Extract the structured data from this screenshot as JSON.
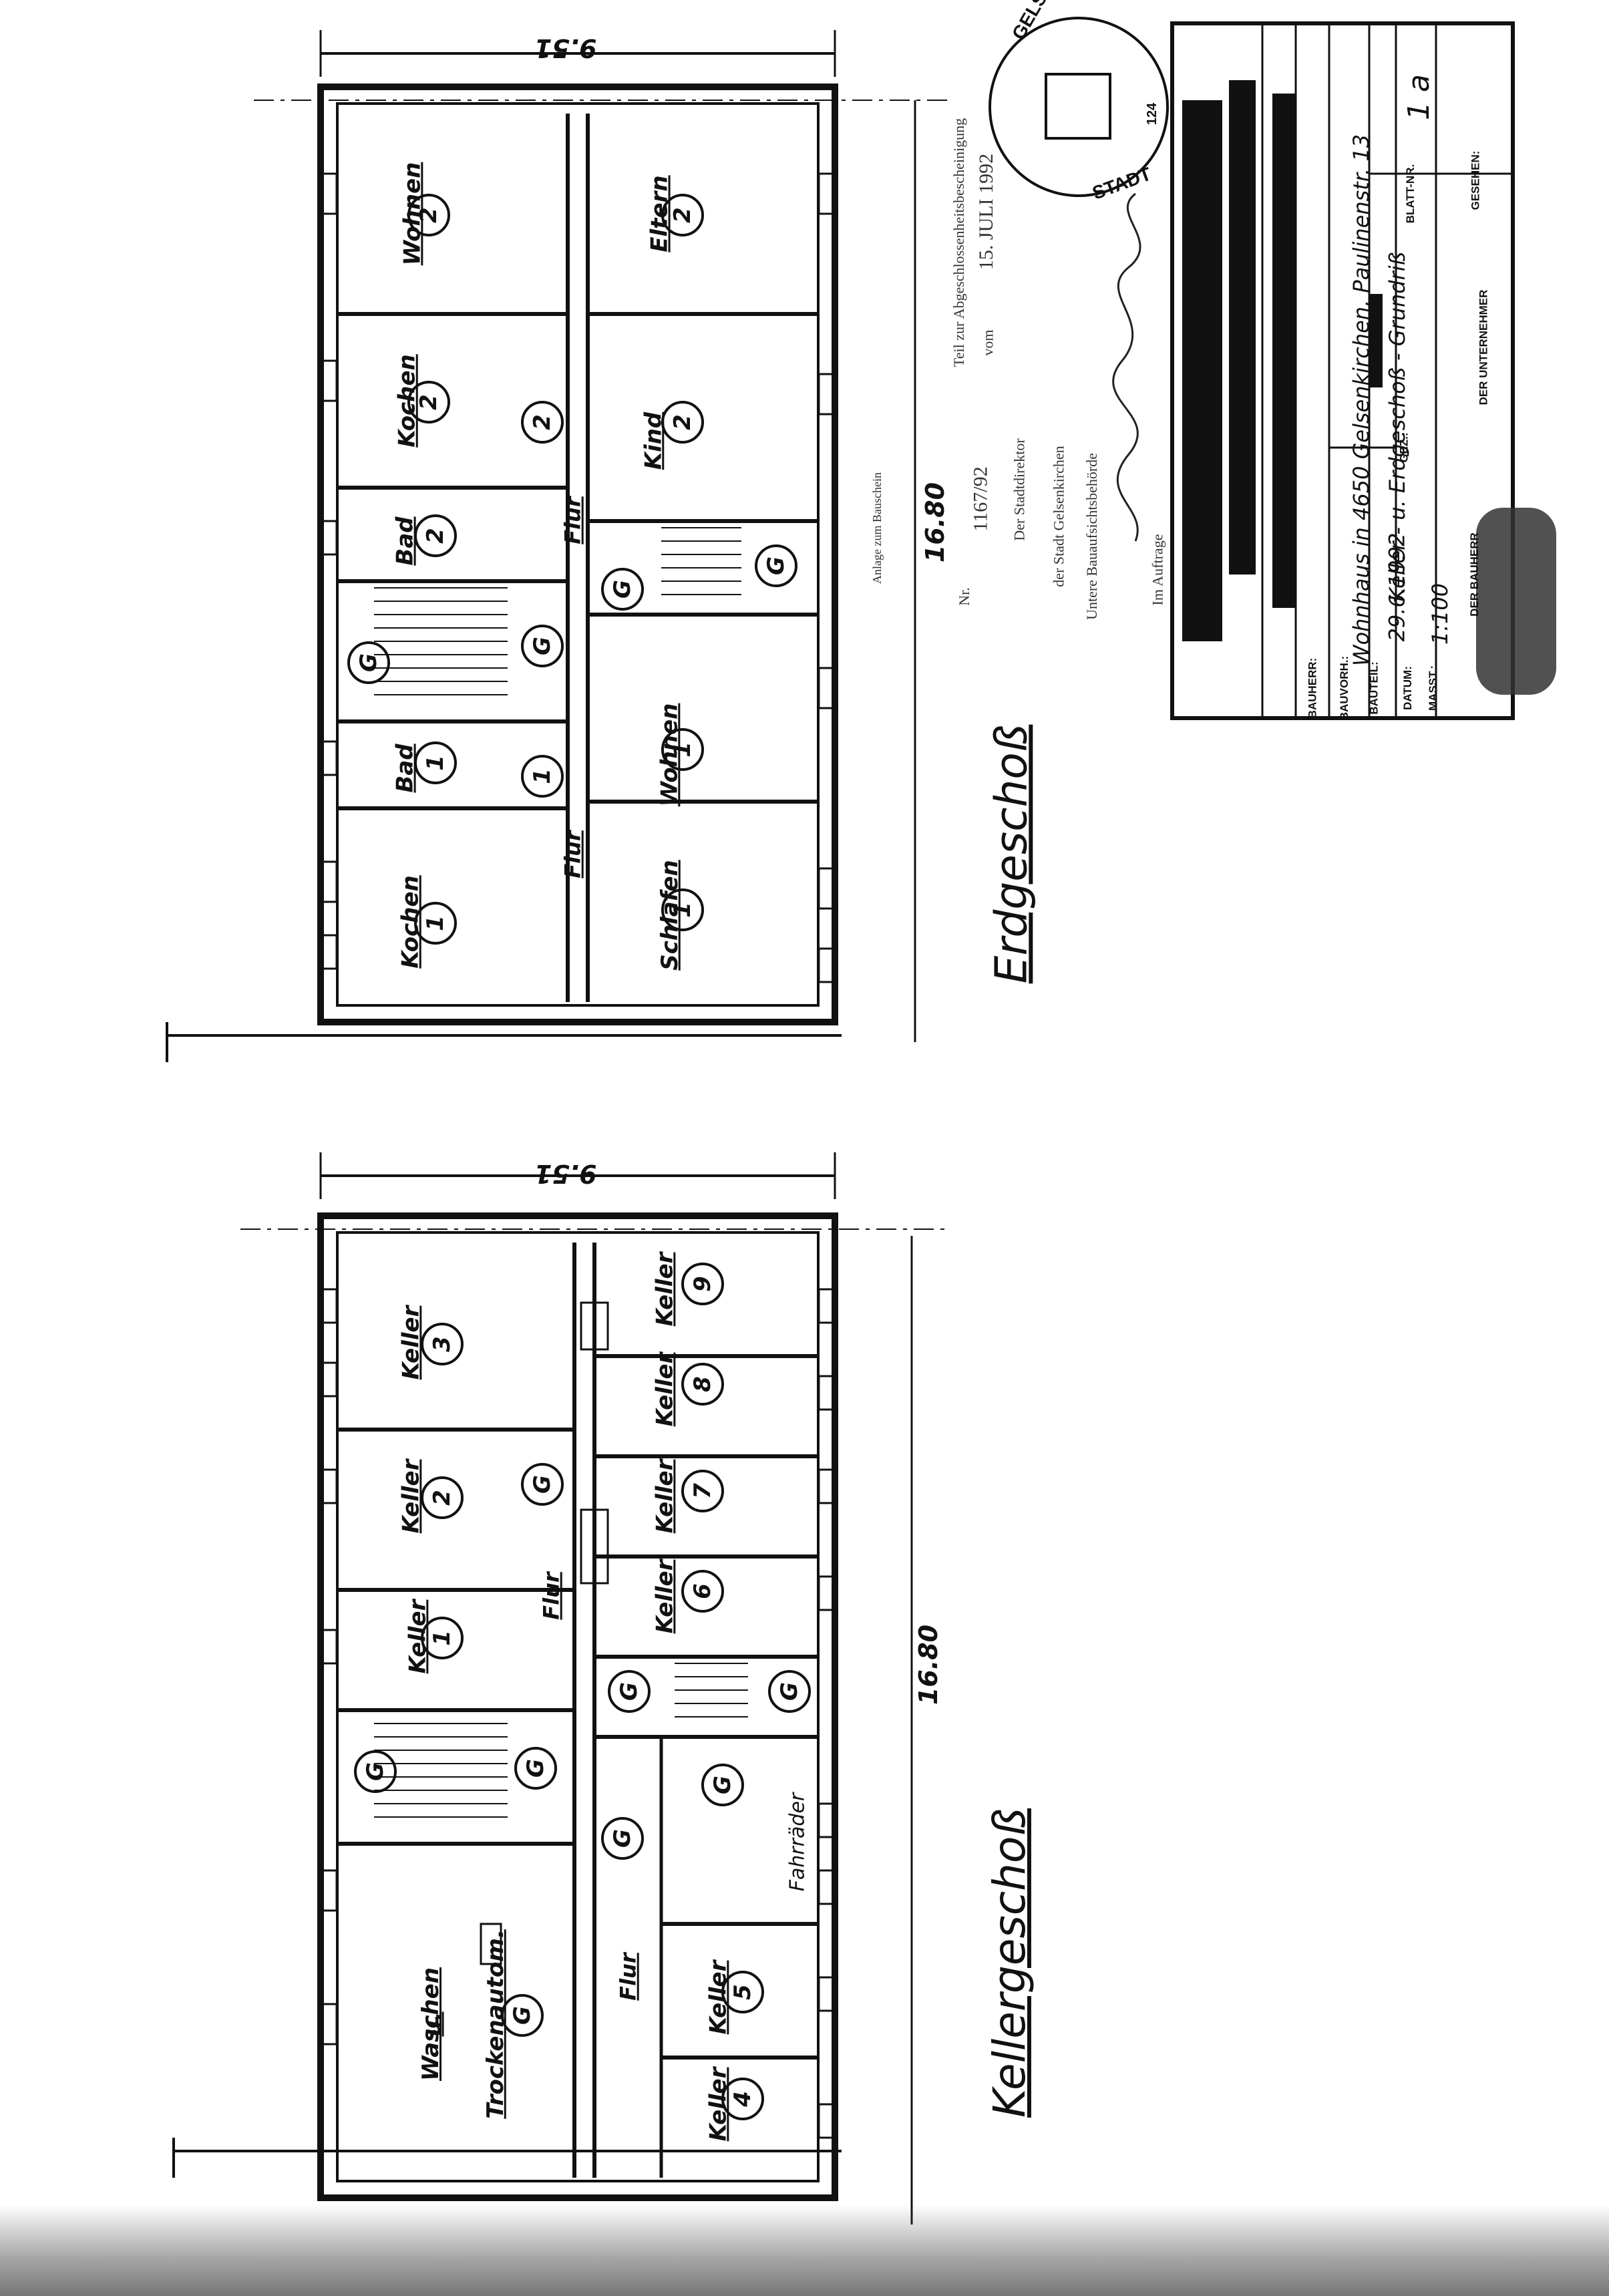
{
  "upper_plan": {
    "title": "Erdgeschoß",
    "dim_width": "9.51",
    "dim_length": "16.80",
    "rooms": [
      {
        "label": "Wohnen",
        "num": "2"
      },
      {
        "label": "Eltern",
        "num": "2"
      },
      {
        "label": "Kochen",
        "num": "2"
      },
      {
        "label": "Kind",
        "num": "2"
      },
      {
        "label": "Bad",
        "num": "2"
      },
      {
        "label": "Bad",
        "num": "1"
      },
      {
        "label": "Wohnen",
        "num": "1"
      },
      {
        "label": "Kochen",
        "num": "1"
      },
      {
        "label": "Schlafen",
        "num": "1"
      }
    ],
    "flur": [
      "Flur",
      "Flur"
    ],
    "flur_nums": [
      "2",
      "1"
    ],
    "stair_marks": [
      "G",
      "G",
      "G",
      "G"
    ]
  },
  "lower_plan": {
    "title": "Kellergeschoß",
    "dim_width": "9.51",
    "dim_length": "16.80",
    "rooms": [
      {
        "label": "Keller",
        "num": "3"
      },
      {
        "label": "Keller",
        "num": "9"
      },
      {
        "label": "Keller",
        "num": "8"
      },
      {
        "label": "Keller",
        "num": "2"
      },
      {
        "label": "Keller",
        "num": "7"
      },
      {
        "label": "Keller",
        "num": "1"
      },
      {
        "label": "Keller",
        "num": "6"
      },
      {
        "label": "Keller",
        "num": "5"
      },
      {
        "label": "Keller",
        "num": "4"
      }
    ],
    "waschen": {
      "l1": "Waschen",
      "l2": "u.",
      "l3": "Trockenautom.",
      "num": "G"
    },
    "fahrrader": "Fahrräder",
    "flur": [
      "Flur",
      "Flur"
    ],
    "marks": [
      "G",
      "G",
      "G",
      "G",
      "G",
      "G",
      "G"
    ]
  },
  "certification": {
    "line1": "Teil zur Abgeschlossenheitsbescheinigung",
    "line2_prefix": "Nr.",
    "line2_num": "1167/92",
    "line2_mid": "vom",
    "line2_date": "15. JULI 1992",
    "line3": "Der Stadtdirektor",
    "line4": "der Stadt Gelsenkirchen",
    "line5": "Untere Bauaufsichtsbehörde",
    "small": "Anlage zum Bauschein",
    "auftrag": "Im Auftrage"
  },
  "stamp": {
    "top": "GELSENKIRCHEN",
    "bottom": "STADT",
    "num": "124"
  },
  "title_block": {
    "bauherr_label": "BAUHERR:",
    "bauvorh_label": "BAUVORH.:",
    "bauvorh_value": "Wohnhaus in 4650 Gelsenkirchen, Paulinenstr. 13",
    "bauteil_label": "BAUTEIL:",
    "bauteil_value": "Keller - u. Erdgeschoß - Grundriß",
    "datum_label": "DATUM:",
    "datum_value": "29.6.1992",
    "gez_label": "GEZ.:",
    "masst_label": "MASST.:",
    "masst_value": "1:100",
    "blatt_label": "BLATT-NR.",
    "blatt_value": "1 a",
    "bauherr2_label": "DER BAUHERR",
    "unternehmer_label": "DER UNTERNEHMER",
    "gesehen_label": "GESEHEN:"
  }
}
